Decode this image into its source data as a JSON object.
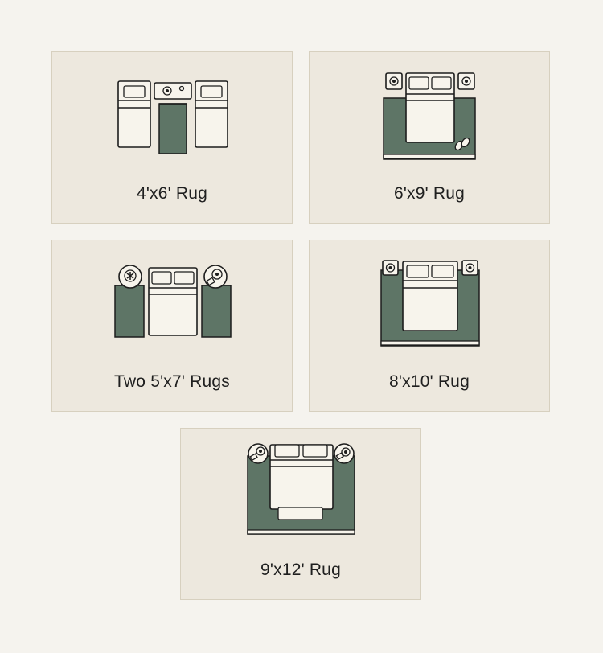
{
  "colors": {
    "page_bg": "#f5f3ee",
    "card_bg": "#ede8de",
    "card_border": "#d7d0bf",
    "rug": "#5e7566",
    "furniture": "#f7f4ec",
    "outline": "#1d1d1d"
  },
  "cards": [
    {
      "label": "4'x6' Rug"
    },
    {
      "label": "6'x9' Rug"
    },
    {
      "label": "Two 5'x7' Rugs"
    },
    {
      "label": "8'x10' Rug"
    },
    {
      "label": "9'x12' Rug"
    }
  ]
}
